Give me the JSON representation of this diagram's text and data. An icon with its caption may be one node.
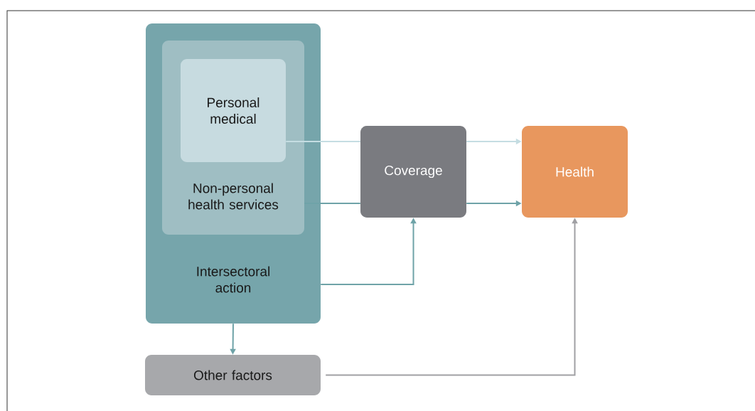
{
  "diagram": {
    "nodes": [
      {
        "text": [
          "Intersectoral action"
        ]
      },
      {
        "text": [
          "Non-personal health services"
        ],
        "in": 0
      },
      {
        "text": [
          "Personal medical"
        ],
        "in": 1
      },
      {
        "text": [
          "Coverage"
        ]
      },
      {
        "text": [
          "Health"
        ]
      },
      {
        "text": [
          "Other factors"
        ]
      }
    ],
    "edges": [
      {
        "from": 2,
        "to": 3,
        "arrow": "none",
        "color": "#c5dde2"
      },
      {
        "from": 3,
        "to": 4,
        "arrow": "to",
        "color": "#c5dde2"
      },
      {
        "from": 1,
        "to": 3,
        "arrow": "none"
      },
      {
        "from": 3,
        "to": 4,
        "arrow": "to"
      },
      {
        "from": 0,
        "to": 3,
        "arrow": "to"
      },
      {
        "from": 0,
        "to": 5,
        "arrow": "to"
      },
      {
        "from": 5,
        "to": 4,
        "arrow": "to",
        "color": "#a0a0a4"
      }
    ]
  }
}
